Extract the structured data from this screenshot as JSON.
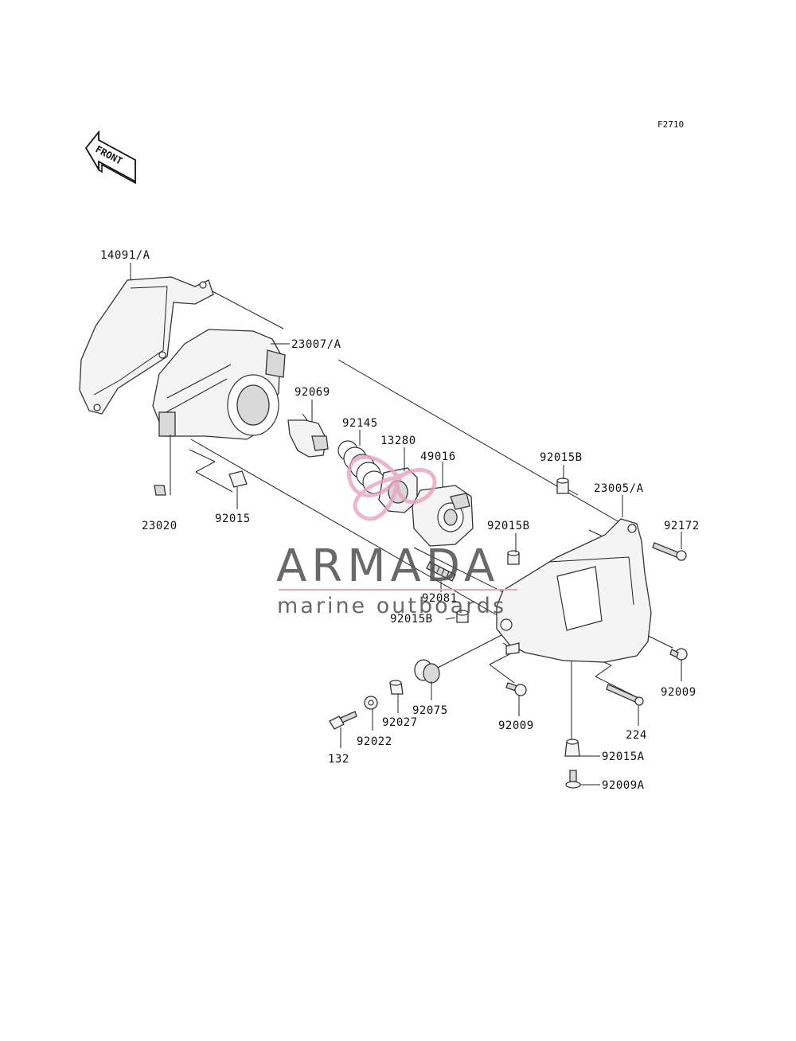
{
  "diagram": {
    "code": "F2710",
    "front_label": "FRONT",
    "parts": {
      "p14091A": "14091/A",
      "p23007A": "23007/A",
      "p92069": "92069",
      "p92145": "92145",
      "p13280": "13280",
      "p49016": "49016",
      "p92015B_top": "92015B",
      "p23005A": "23005/A",
      "p92172": "92172",
      "p23020": "23020",
      "p92015": "92015",
      "p92015B_mid": "92015B",
      "p92081": "92081",
      "p92015B_low": "92015B",
      "p92009_right": "92009",
      "p92009_mid": "92009",
      "p224": "224",
      "p92075": "92075",
      "p92027": "92027",
      "p92022": "92022",
      "p132": "132",
      "p92015A": "92015A",
      "p92009A": "92009A"
    }
  },
  "watermark": {
    "brand": "ARMADA",
    "tagline": "marine outboards",
    "accent_color": "#e8a3c3"
  }
}
